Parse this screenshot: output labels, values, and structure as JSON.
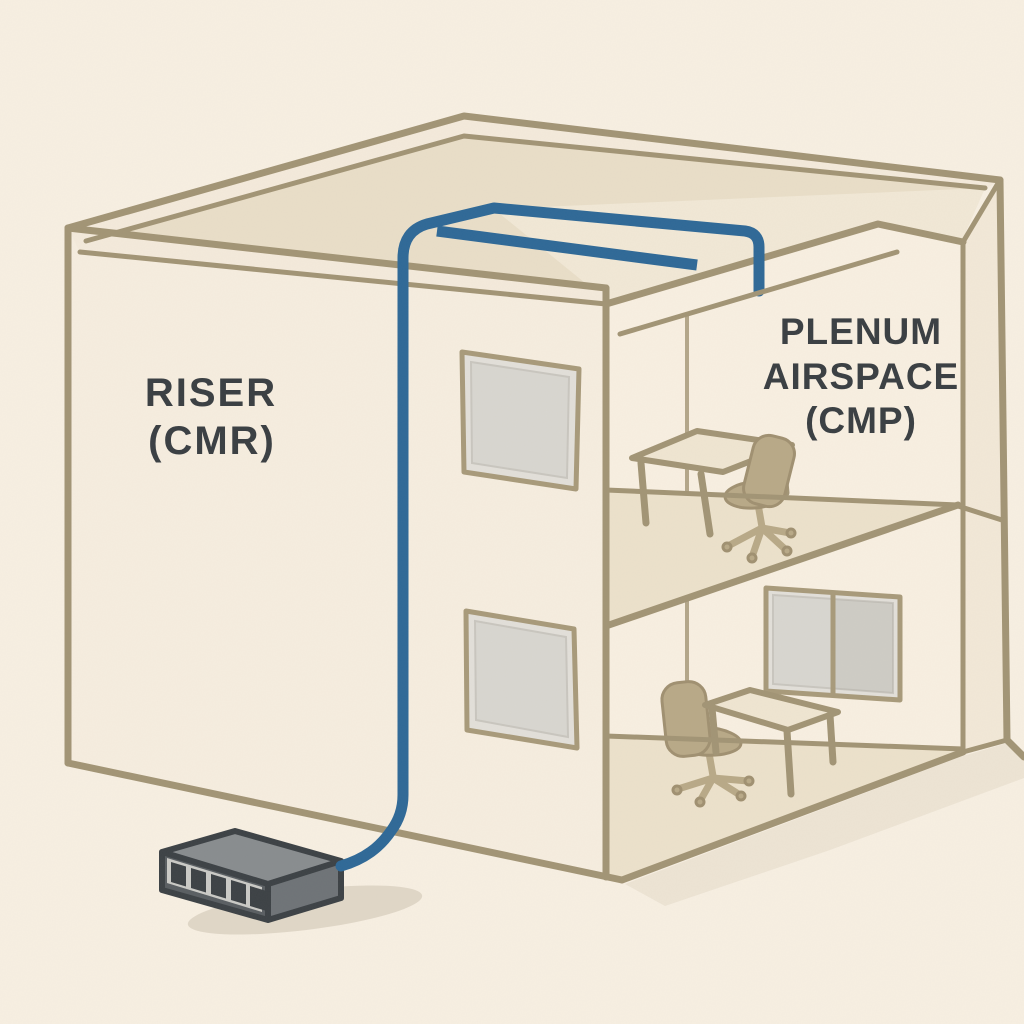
{
  "scene": {
    "type": "cable-rating-building-diagram",
    "colors": {
      "background": "#f7efe2",
      "line": "#a29475",
      "line_soft": "#b3a689",
      "text": "#393e42",
      "cable": "#2e6897",
      "switch_body": "#3c4145",
      "switch_top": "#888c8f",
      "switch_panel": "#cacac6",
      "window_pane": "#d8d6d0",
      "window_frame": "#a89a7a",
      "furniture": "#b8a987"
    }
  },
  "labels": {
    "riser": {
      "line1": "RISER",
      "line2": "(CMR)"
    },
    "plenum": {
      "line1": "PLENUM",
      "line2": "AIRSPACE",
      "line3": "(CMP)"
    }
  },
  "elements": {
    "building": "two-story office building cutaway",
    "riser_shaft": "vertical riser section labeled RISER (CMR)",
    "plenum_space": "ceiling airspace labeled PLENUM AIRSPACE (CMP)",
    "cable": "blue cable from switch up riser and across plenum",
    "switch": "5-port network switch",
    "upper_room_furniture": [
      "desk",
      "office-chair"
    ],
    "lower_room_furniture": [
      "office-chair",
      "desk"
    ],
    "facade_window_count": 2,
    "room_window_count": 1
  }
}
